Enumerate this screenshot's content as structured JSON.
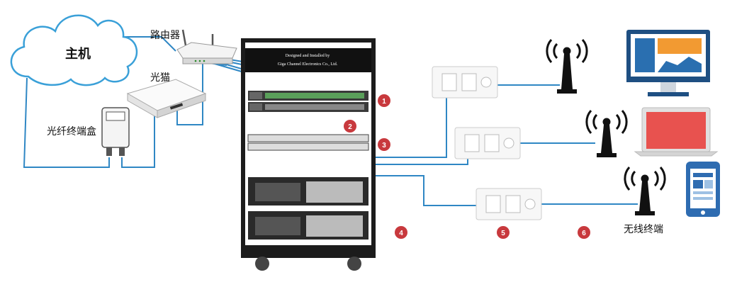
{
  "labels": {
    "host": "主机",
    "router": "路由器",
    "modem": "光猫",
    "fiber_box": "光纤终端盒",
    "wireless_terminal": "无线终端",
    "rack_banner_line1": "Designed and Installed by",
    "rack_banner_line2": "Giga Channel Electronics Co., Ltd."
  },
  "badges": [
    "1",
    "2",
    "3",
    "4",
    "5",
    "6"
  ],
  "colors": {
    "cable": "#2f87c4",
    "cloud": "#3aa0d8",
    "badge": "#c8393d",
    "rack": "#222222",
    "laptop_screen": "#e8524f",
    "monitor_blue": "#2a6fb0",
    "monitor_orange": "#f29a32",
    "tablet_blue": "#2e6cb1"
  },
  "icons": [
    "cloud-icon",
    "router-icon",
    "modem-icon",
    "fiber-box-icon",
    "server-rack-icon",
    "wall-socket-icon",
    "wireless-tower-icon",
    "monitor-icon",
    "laptop-icon",
    "tablet-icon"
  ]
}
